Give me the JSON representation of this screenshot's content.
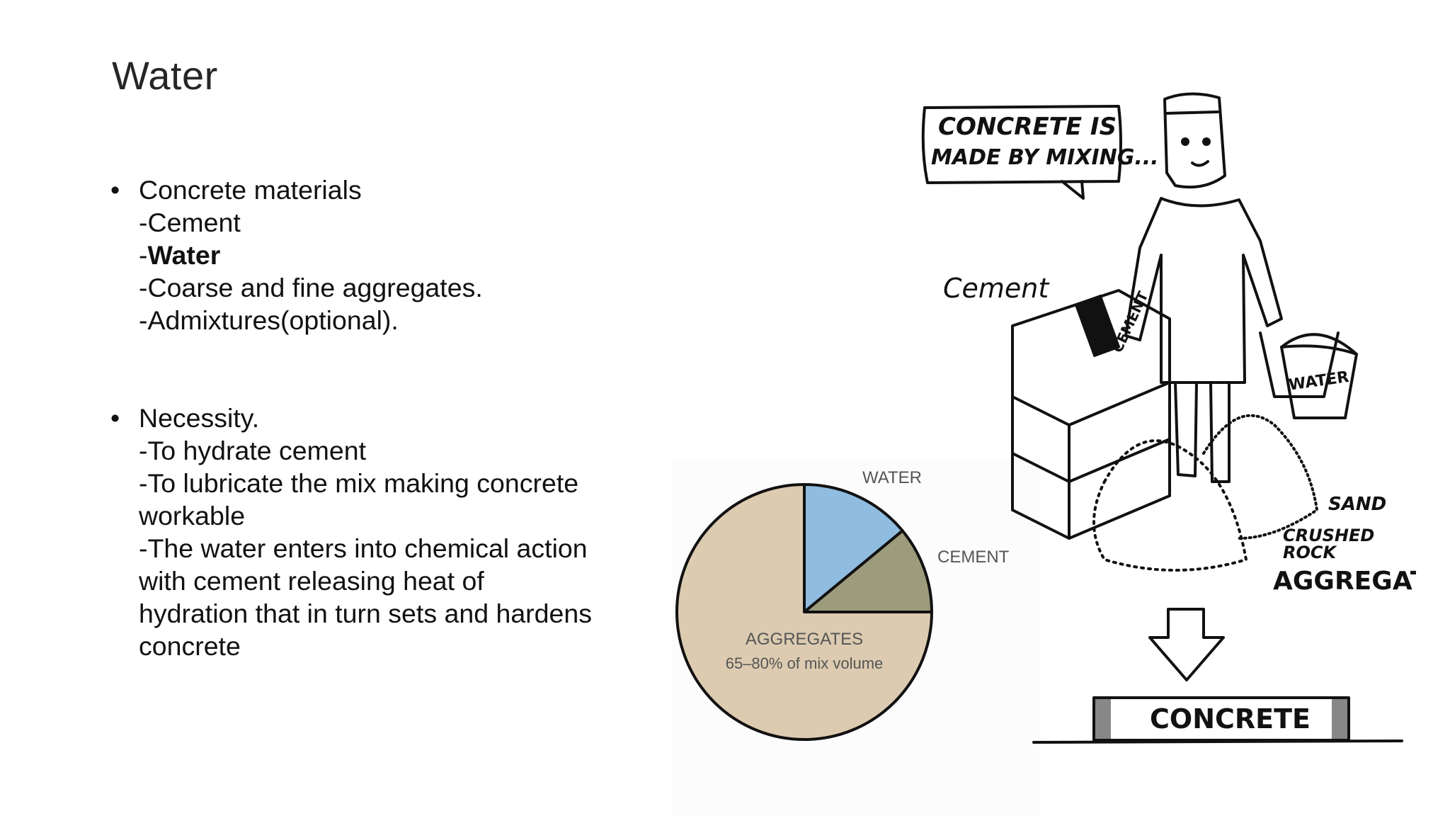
{
  "slide": {
    "title": "Water",
    "bullets": [
      {
        "heading": "Concrete materials",
        "lines": [
          {
            "prefix": "-",
            "text": "Cement",
            "bold": false
          },
          {
            "prefix": "-",
            "text": "Water",
            "bold": true
          },
          {
            "prefix": "-",
            "text": "Coarse and fine aggregates.",
            "bold": false
          },
          {
            "prefix": "-",
            "text": "Admixtures(optional).",
            "bold": false
          }
        ]
      },
      {
        "heading": "Necessity.",
        "lines": [
          "-To hydrate cement",
          "-To lubricate the mix making concrete",
          "workable",
          "-The water enters into chemical action",
          "with cement releasing heat of",
          "hydration that in turn sets and hardens",
          "concrete"
        ]
      }
    ]
  },
  "chart_data": {
    "type": "pie",
    "slices": [
      {
        "label": "WATER",
        "value": 14,
        "color": "#8fbcdf"
      },
      {
        "label": "CEMENT",
        "value": 11,
        "color": "#9c9b7c"
      },
      {
        "label": "AGGREGATES",
        "value": 75,
        "color": "#dccbb0",
        "sublabel": "65–80% of mix volume"
      }
    ]
  },
  "cartoon": {
    "speech": [
      "CONCRETE IS",
      "MADE BY MIXING..."
    ],
    "cement_label": "Cement",
    "bag_text": "CEMENT",
    "bucket_text": "WATER",
    "sand_label": "SAND",
    "rock_label": [
      "CRUSHED",
      "ROCK"
    ],
    "aggregates_label": "AGGREGATES",
    "result_label": "CONCRETE"
  }
}
